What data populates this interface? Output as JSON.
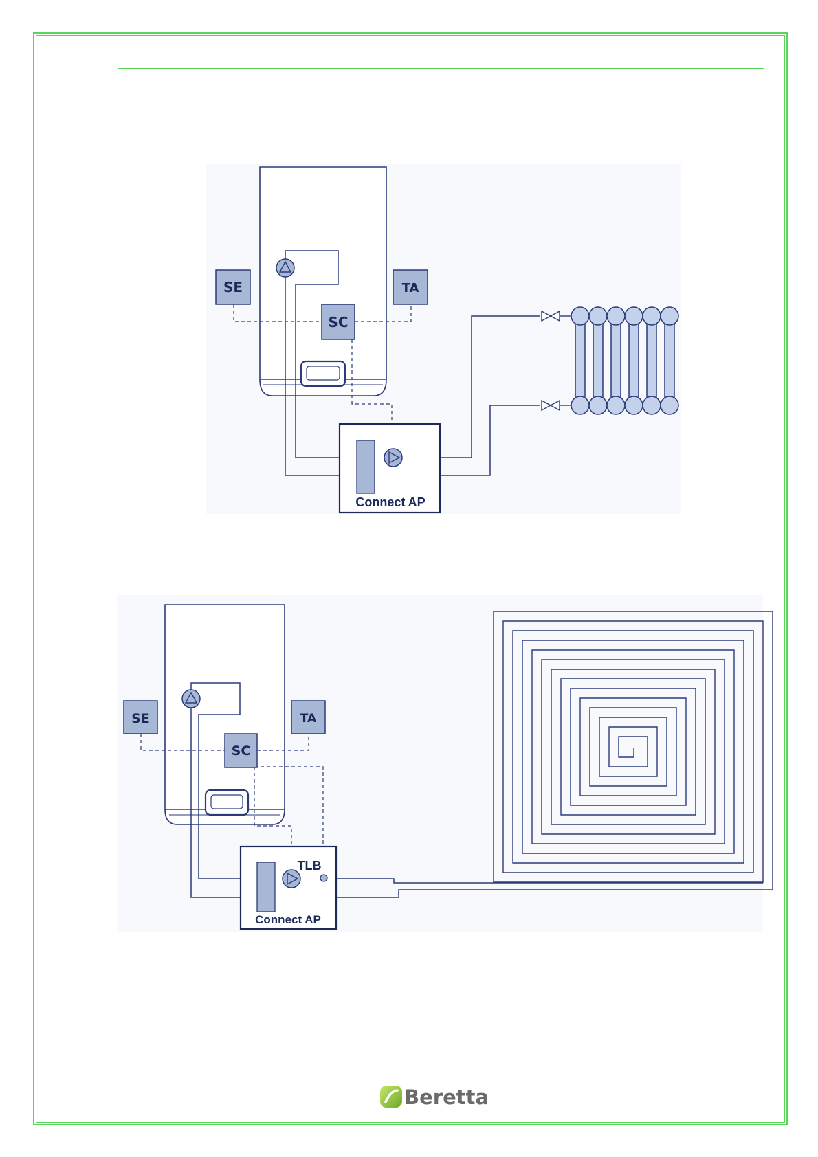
{
  "diagram1": {
    "labels": {
      "se": "SE",
      "ta": "TA",
      "sc": "SC",
      "module": "Connect AP"
    }
  },
  "diagram2": {
    "labels": {
      "se": "SE",
      "ta": "TA",
      "sc": "SC",
      "module": "Connect AP",
      "sensor": "TLB"
    }
  },
  "footer": {
    "brand": "Beretta"
  },
  "colors": {
    "frame": "#5bd45b",
    "line": "#2b3b7a",
    "box_fill": "#a7b8d6",
    "radiator_fill": "#c3d2ea",
    "logo_green": "#8dc63f"
  }
}
